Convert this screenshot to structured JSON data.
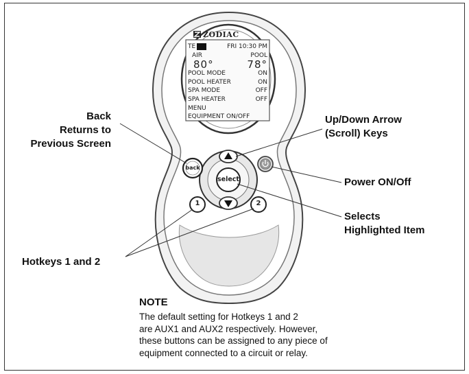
{
  "brand": "ZODIAC",
  "screen": {
    "status_prefix": "TE",
    "status_time": "FRI 10:30 PM",
    "air_label": "AIR",
    "pool_label": "POOL",
    "air_temp": "80°",
    "pool_temp": "78°",
    "rows": [
      {
        "label": "POOL MODE",
        "value": "ON"
      },
      {
        "label": "POOL HEATER",
        "value": "ON"
      },
      {
        "label": "SPA MODE",
        "value": "OFF"
      },
      {
        "label": "SPA HEATER",
        "value": "OFF"
      },
      {
        "label": "MENU",
        "value": ""
      },
      {
        "label": "EQUIPMENT ON/OFF",
        "value": ""
      }
    ]
  },
  "buttons": {
    "back": "back",
    "select": "select",
    "hotkey1": "1",
    "hotkey2": "2",
    "power_glyph": "⏻"
  },
  "callouts": {
    "back": [
      "Back",
      "Returns to",
      "Previous Screen"
    ],
    "updown": [
      "Up/Down Arrow",
      "(Scroll) Keys"
    ],
    "power": "Power ON/Off",
    "selects": [
      "Selects",
      "Highlighted Item"
    ],
    "hotkeys": "Hotkeys 1 and 2"
  },
  "note": {
    "title": "NOTE",
    "lines": [
      "The default setting for Hotkeys 1 and 2",
      "are AUX1 and AUX2 respectively. However,",
      "these buttons can be assigned to any piece of",
      "equipment connected to a circuit or relay."
    ]
  }
}
